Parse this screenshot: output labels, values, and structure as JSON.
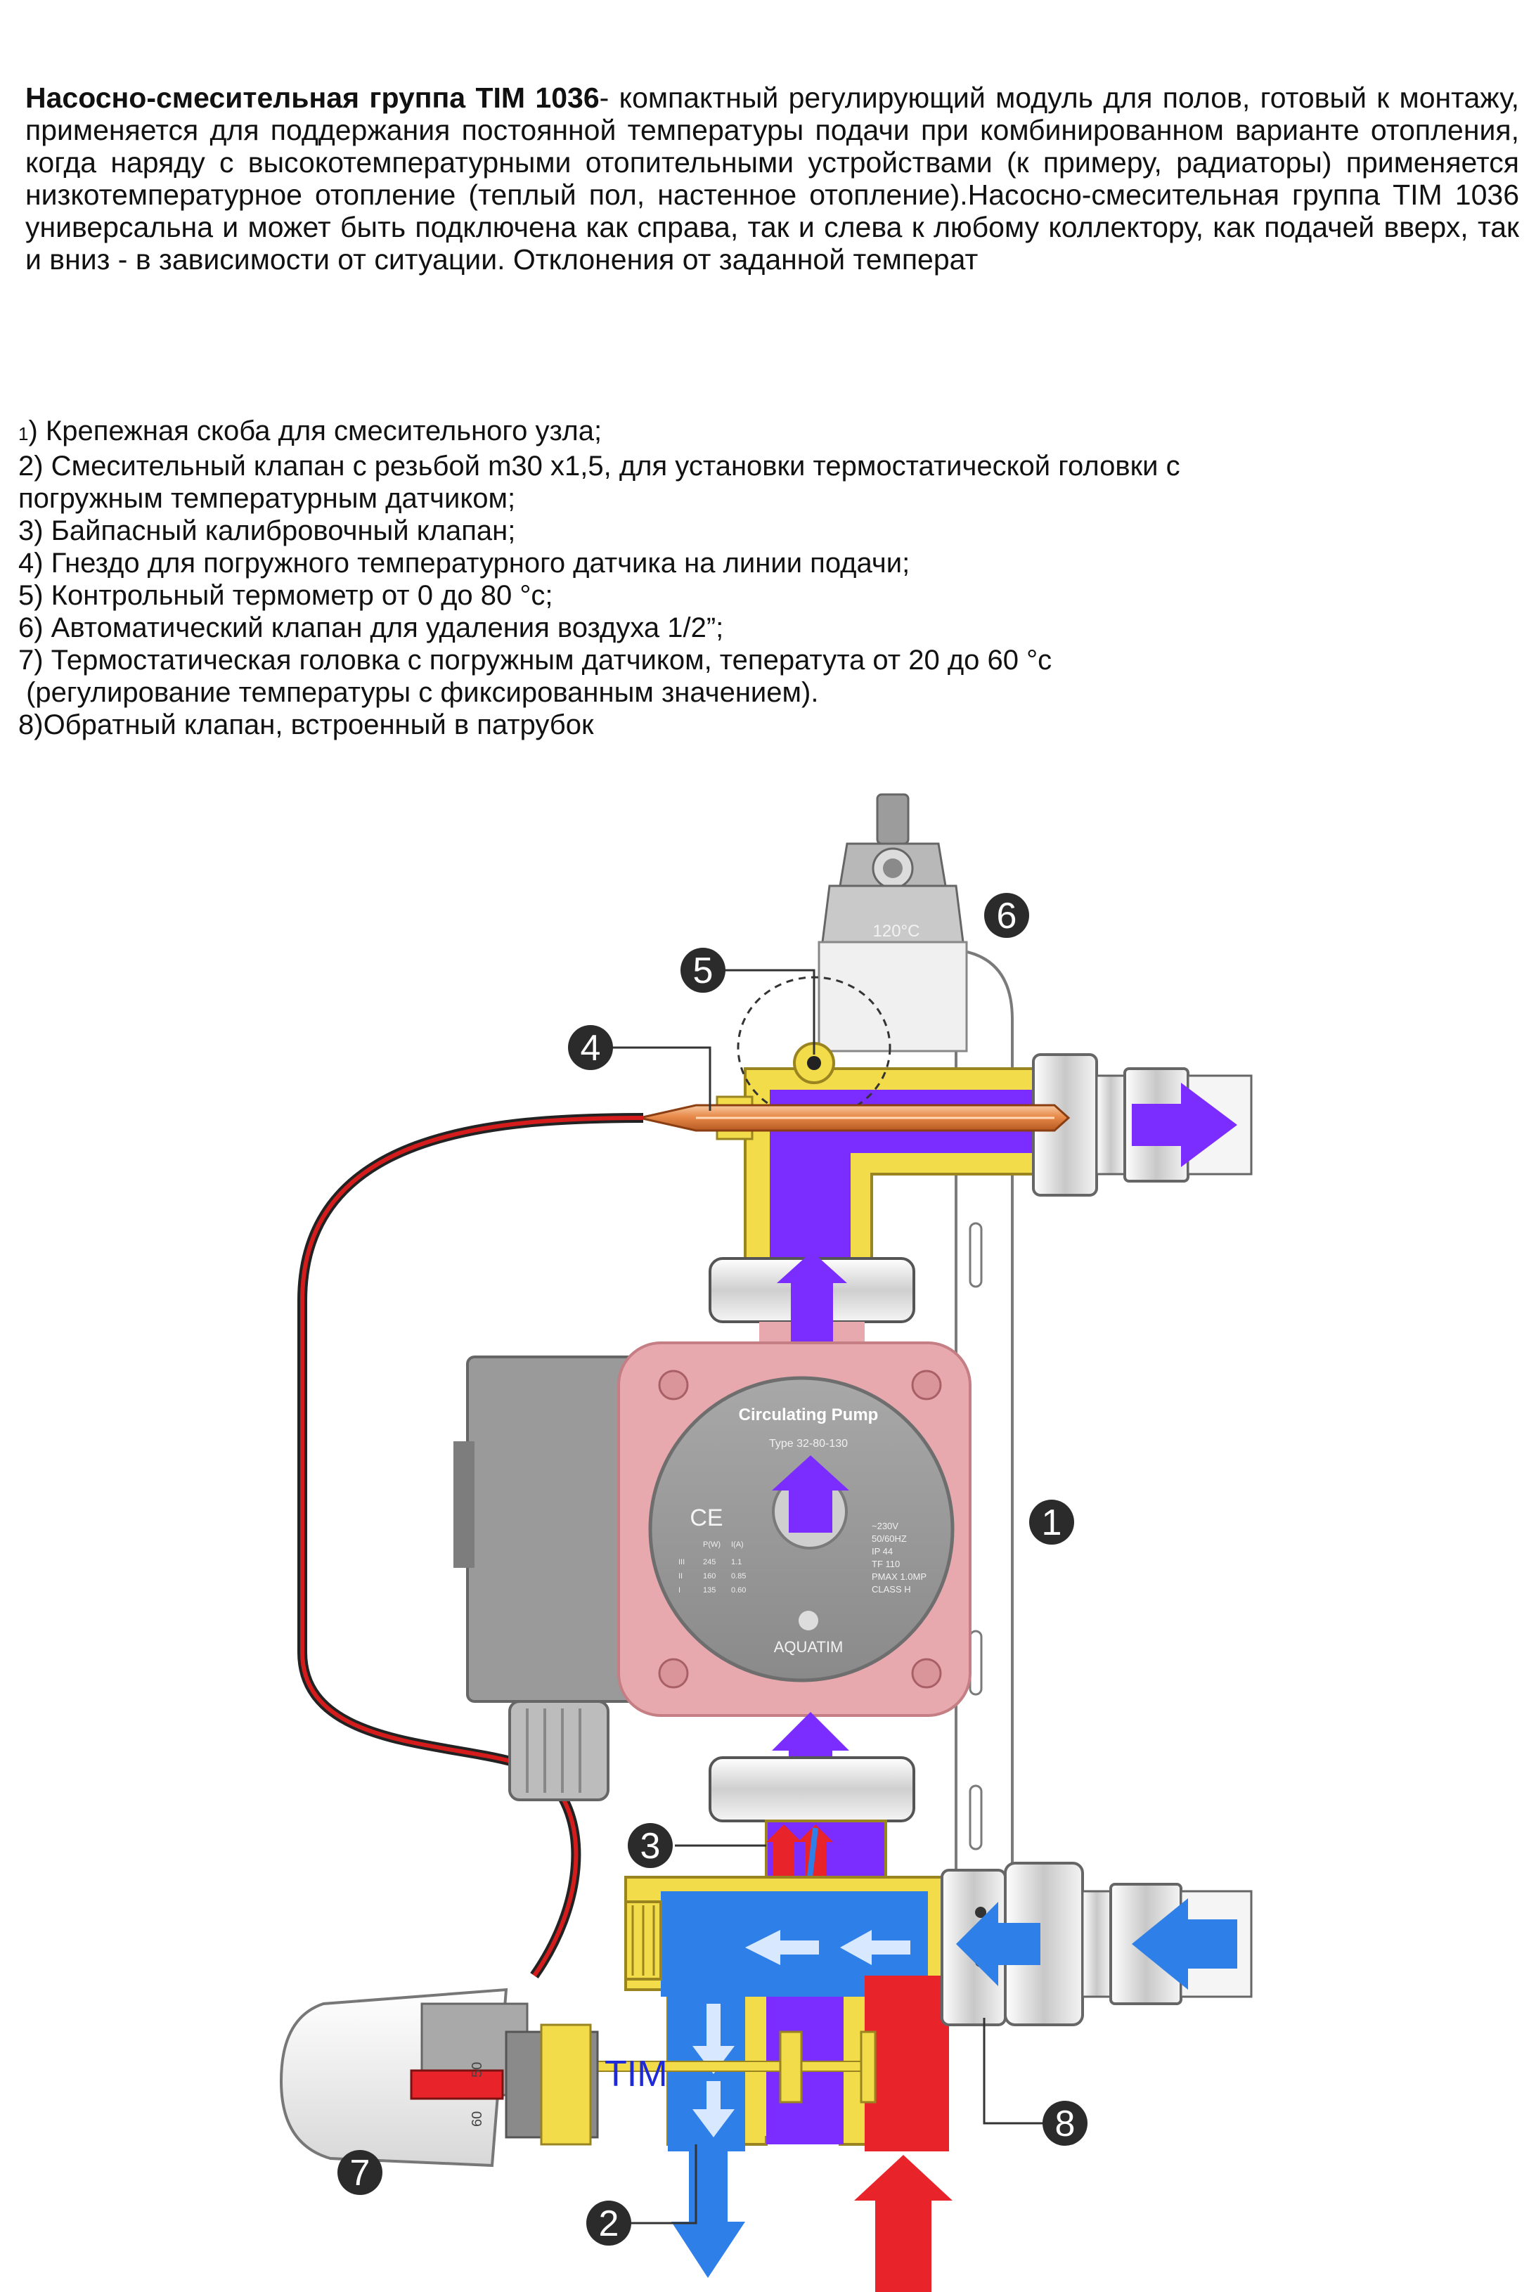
{
  "intro": {
    "title": "Насосно-смесительная группа TIM 1036",
    "text": "- компактный регулирующий модуль для полов, готовый к монтажу, применяется для поддержания постоянной температуры подачи при комбинированном варианте отопления, когда наряду с высокотемпературными отопительными устройствами (к примеру, радиаторы) применяется низкотемпературное отопление (теплый пол, настенное отопление).Насосно-смесительная группа TIM 1036 универсальна и может быть подключена как справа, так и слева к любому коллектору, как подачей вверх, так и вниз - в зависимости от ситуации. Отклонения от заданной температ"
  },
  "list": {
    "items": [
      {
        "num": "1",
        "text": ") Крепежная скоба для смесительного узла;"
      },
      {
        "num": "",
        "text": "2) Смесительный клапан с резьбой m30 x1,5, для установки термостатической головки с"
      },
      {
        "num": "",
        "text": "погружным температурным датчиком;"
      },
      {
        "num": "",
        "text": "3) Байпасный калибровочный клапан;"
      },
      {
        "num": "",
        "text": "4) Гнездо для погружного температурного датчика на линии подачи;"
      },
      {
        "num": "",
        "text": "5) Контрольный термометр от 0 до 80 °c;"
      },
      {
        "num": "",
        "text": "6) Автоматический клапан для удаления воздуха 1/2”;"
      },
      {
        "num": "",
        "text": "7) Термостатическая головка с погружным датчиком, теператута от 20 до 60 °c"
      },
      {
        "num": "",
        "text": " (регулирование температуры с фиксированным значением)."
      },
      {
        "num": "",
        "text": "8)Обратный клапан, встроенный в патрубок"
      }
    ]
  },
  "diagram": {
    "callouts": [
      "1",
      "2",
      "3",
      "4",
      "5",
      "6",
      "7",
      "8"
    ],
    "vent_label": "120°C",
    "pump": {
      "title": "Circulating Pump",
      "type": "Type 32-80-130",
      "ce": "CE",
      "table_header": [
        "P(W)",
        "I(A)"
      ],
      "table_rows": [
        [
          "III",
          "245",
          "1.1"
        ],
        [
          "II",
          "160",
          "0.85"
        ],
        [
          "I",
          "135",
          "0.60"
        ]
      ],
      "specs": [
        "~230V",
        "50/60HZ",
        "IP 44",
        "TF 110",
        "PMAX 1.0MP",
        "CLASS H"
      ],
      "brand": "AQUATIM"
    },
    "valve_label": "TIM",
    "head_scale": [
      "50",
      "60"
    ],
    "colors": {
      "supply": "#7b2cff",
      "return": "#2f7fe8",
      "hot": "#e8242a",
      "brass": "#f3dc4a",
      "pump_body": "#e7a9ad",
      "pump_face": "#9a9a9a",
      "callout": "#2b2b2b"
    }
  }
}
